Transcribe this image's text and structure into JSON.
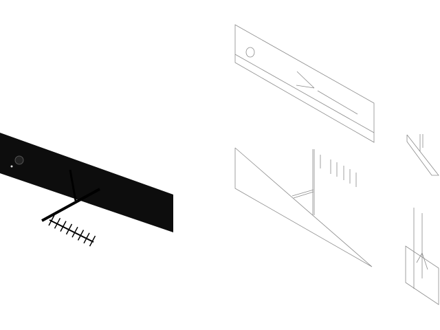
{
  "colors": {
    "background": "#ffffff",
    "solid_view": "#0d0d0d",
    "wireframe": "#8a8a8a"
  },
  "views": [
    "solid-render-view",
    "wireframe-front-panel",
    "wireframe-lower-panel",
    "wireframe-side-detail-top",
    "wireframe-side-detail-bottom"
  ]
}
